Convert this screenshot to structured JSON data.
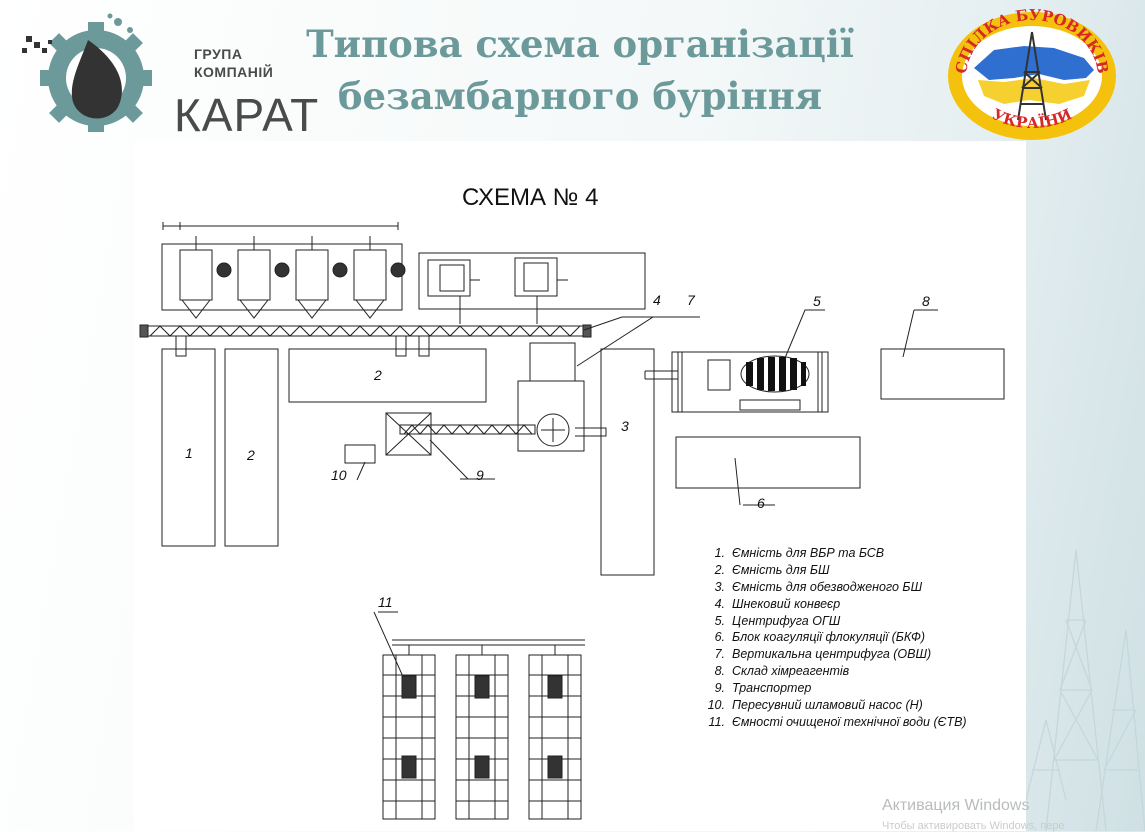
{
  "title": {
    "line1": "Типова схема організації",
    "line2": "безамбарного буріння"
  },
  "logo_left": {
    "line1": "ГРУПА",
    "line2": "КОМПАНІЙ",
    "brand": "КАРАТ",
    "colors": {
      "gear": "#6c9a9b",
      "drop": "#333333"
    }
  },
  "logo_right": {
    "top_text": "СПІЛКА БУРОВИКІВ",
    "bottom_text": "УКРАЇНИ",
    "colors": {
      "ring": "#f4c20d",
      "text": "#d62828",
      "flag_blue": "#2e6fd0",
      "flag_yellow": "#f6d02f"
    }
  },
  "diagram": {
    "title": "СХЕМА № 4",
    "labels": [
      "1",
      "2",
      "2",
      "3",
      "4",
      "5",
      "6",
      "7",
      "8",
      "9",
      "10",
      "11"
    ]
  },
  "legend": [
    {
      "n": "1.",
      "text": "Ємність  для ВБР та БСВ"
    },
    {
      "n": "2.",
      "text": "Ємність для БШ"
    },
    {
      "n": "3.",
      "text": "Ємність для обезводженого БШ"
    },
    {
      "n": "4.",
      "text": "Шнековий конвеєр"
    },
    {
      "n": "5.",
      "text": "Центрифуга ОГШ"
    },
    {
      "n": "6.",
      "text": "Блок коагуляції флокуляції (БКФ)"
    },
    {
      "n": "7.",
      "text": "Вертикальна центрифуга (ОВШ)"
    },
    {
      "n": "8.",
      "text": "Склад хімреагентів"
    },
    {
      "n": "9.",
      "text": "Транспортер"
    },
    {
      "n": "10.",
      "text": "Пересувний шламовий насос (Н)"
    },
    {
      "n": "11.",
      "text": "Ємності очищеної технічної води (ЄТВ)"
    }
  ],
  "watermark": {
    "line1": "Активация Windows",
    "line2": "Чтобы активировать Windows, пере"
  }
}
